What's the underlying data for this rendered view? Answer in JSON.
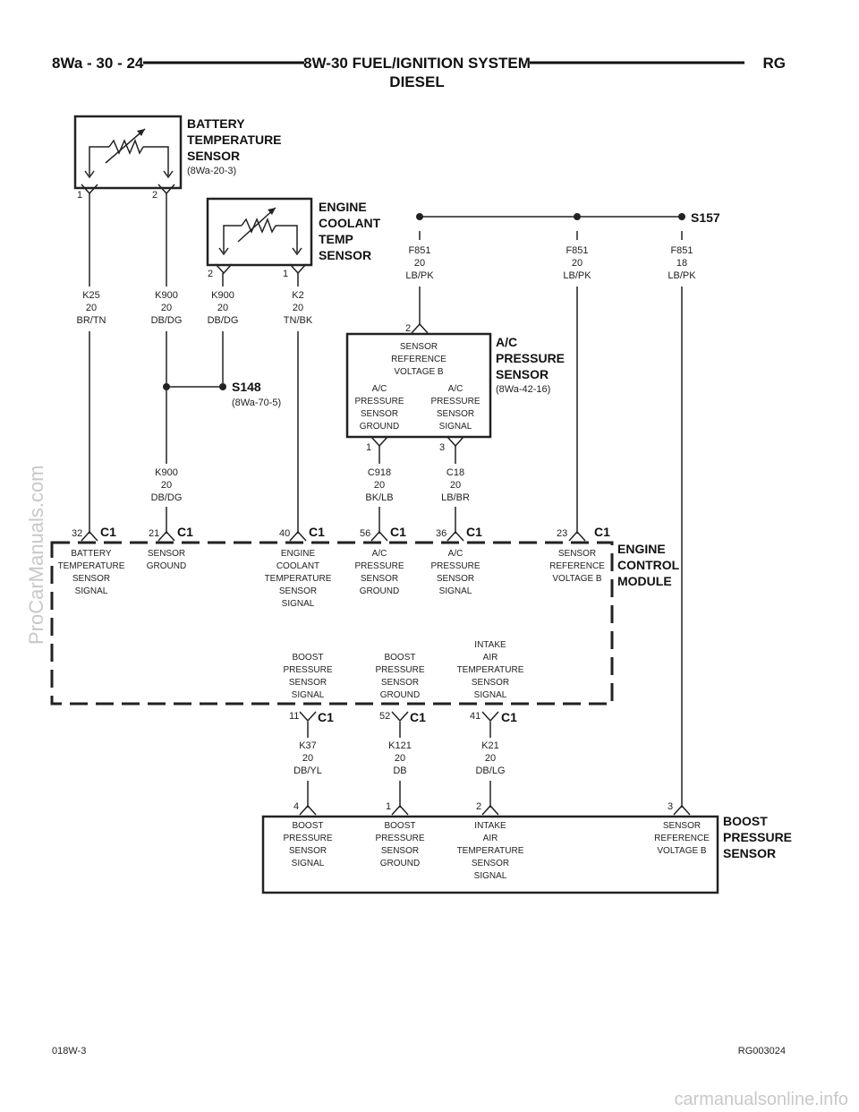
{
  "header": {
    "page_id": "8Wa - 30 - 24",
    "title_line1": "8W-30 FUEL/IGNITION SYSTEM",
    "title_line2": "DIESEL",
    "model_code": "RG"
  },
  "footer": {
    "left": "018W-3",
    "right": "RG003024"
  },
  "watermarks": {
    "side": "ProCarManuals.com",
    "bottom": "carmanualsonline.info"
  },
  "components": {
    "battery_temp": {
      "name": [
        "BATTERY",
        "TEMPERATURE",
        "SENSOR"
      ],
      "ref": "(8Wa-20-3)"
    },
    "coolant_temp": {
      "name": [
        "ENGINE",
        "COOLANT",
        "TEMP",
        "SENSOR"
      ]
    },
    "ac_pressure": {
      "name": [
        "A/C",
        "PRESSURE",
        "SENSOR"
      ],
      "ref": "(8Wa-42-16)",
      "inner_top": [
        "SENSOR",
        "REFERENCE",
        "VOLTAGE B"
      ],
      "inner_left": [
        "A/C",
        "PRESSURE",
        "SENSOR",
        "GROUND"
      ],
      "inner_right": [
        "A/C",
        "PRESSURE",
        "SENSOR",
        "SIGNAL"
      ]
    },
    "ecm": {
      "name": [
        "ENGINE",
        "CONTROL",
        "MODULE"
      ]
    },
    "boost": {
      "name": [
        "BOOST",
        "PRESSURE",
        "SENSOR"
      ]
    }
  },
  "splices": {
    "s148": {
      "label": "S148",
      "ref": "(8Wa-70-5)"
    },
    "s157": {
      "label": "S157"
    }
  },
  "pins": {
    "bt1": "1",
    "bt2": "2",
    "ect2": "2",
    "ect1": "1",
    "ac2": "2",
    "ac1": "1",
    "ac3": "3",
    "ecm32": "32",
    "ecm21": "21",
    "ecm40": "40",
    "ecm56": "56",
    "ecm36": "36",
    "ecm23": "23",
    "ecm11": "11",
    "ecm52": "52",
    "ecm41": "41",
    "bp4": "4",
    "bp1": "1",
    "bp2": "2",
    "bp3": "3"
  },
  "connector": "C1",
  "wires": {
    "k25": [
      "K25",
      "20",
      "BR/TN"
    ],
    "k900a": [
      "K900",
      "20",
      "DB/DG"
    ],
    "k900b": [
      "K900",
      "20",
      "DB/DG"
    ],
    "k2": [
      "K2",
      "20",
      "TN/BK"
    ],
    "f851a": [
      "F851",
      "20",
      "LB/PK"
    ],
    "f851b": [
      "F851",
      "20",
      "LB/PK"
    ],
    "f851c": [
      "F851",
      "18",
      "LB/PK"
    ],
    "k900c": [
      "K900",
      "20",
      "DB/DG"
    ],
    "c918": [
      "C918",
      "20",
      "BK/LB"
    ],
    "c18": [
      "C18",
      "20",
      "LB/BR"
    ],
    "k37": [
      "K37",
      "20",
      "DB/YL"
    ],
    "k121": [
      "K121",
      "20",
      "DB"
    ],
    "k21": [
      "K21",
      "20",
      "DB/LG"
    ]
  },
  "ecm_pins_top": {
    "p32": [
      "BATTERY",
      "TEMPERATURE",
      "SENSOR",
      "SIGNAL"
    ],
    "p21": [
      "SENSOR",
      "GROUND"
    ],
    "p40": [
      "ENGINE",
      "COOLANT",
      "TEMPERATURE",
      "SENSOR",
      "SIGNAL"
    ],
    "p56": [
      "A/C",
      "PRESSURE",
      "SENSOR",
      "GROUND"
    ],
    "p36": [
      "A/C",
      "PRESSURE",
      "SENSOR",
      "SIGNAL"
    ],
    "p23": [
      "SENSOR",
      "REFERENCE",
      "VOLTAGE B"
    ]
  },
  "ecm_pins_bottom": {
    "p11": [
      "BOOST",
      "PRESSURE",
      "SENSOR",
      "SIGNAL"
    ],
    "p52": [
      "BOOST",
      "PRESSURE",
      "SENSOR",
      "GROUND"
    ],
    "p41": [
      "INTAKE",
      "AIR",
      "TEMPERATURE",
      "SENSOR",
      "SIGNAL"
    ]
  },
  "boost_pins": {
    "p4": [
      "BOOST",
      "PRESSURE",
      "SENSOR",
      "SIGNAL"
    ],
    "p1": [
      "BOOST",
      "PRESSURE",
      "SENSOR",
      "GROUND"
    ],
    "p2": [
      "INTAKE",
      "AIR",
      "TEMPERATURE",
      "SENSOR",
      "SIGNAL"
    ],
    "p3": [
      "SENSOR",
      "REFERENCE",
      "VOLTAGE B"
    ]
  }
}
